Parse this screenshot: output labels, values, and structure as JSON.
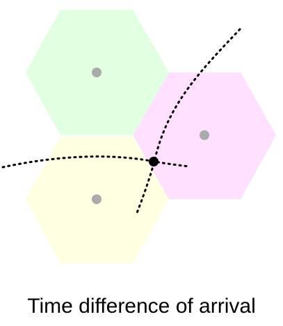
{
  "caption": "Time difference of arrival",
  "colors": {
    "cell_green": "#e1ffe1",
    "cell_pink": "#ffe1ff",
    "cell_yellow": "#ffffe1",
    "station": "#aaaaaa",
    "hyperbola": "#000000",
    "fix_point": "#000000"
  },
  "cells": [
    {
      "name": "cell-green",
      "color_key": "cell_green"
    },
    {
      "name": "cell-pink",
      "color_key": "cell_pink"
    },
    {
      "name": "cell-yellow",
      "color_key": "cell_yellow"
    }
  ],
  "hyperbolas": [
    {
      "name": "hyperbola-green-pink",
      "style": "dotted"
    },
    {
      "name": "hyperbola-green-yellow",
      "style": "dotted"
    }
  ]
}
